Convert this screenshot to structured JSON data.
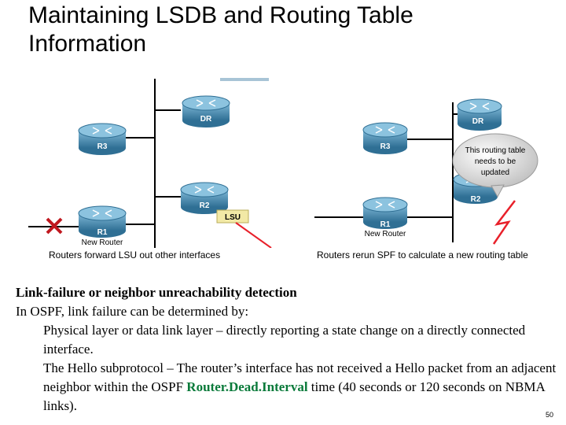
{
  "slide": {
    "title": "Maintaining LSDB and Routing Table Information",
    "page_number": "50"
  },
  "left_diagram": {
    "routers": {
      "dr": "DR",
      "r3": "R3",
      "r2": "R2",
      "r1": "R1"
    },
    "r1_sublabel": "New Router",
    "lsu_label": "LSU",
    "caption": "Routers forward LSU out other interfaces"
  },
  "right_diagram": {
    "routers": {
      "dr": "DR",
      "r3": "R3",
      "r2": "R2",
      "r1": "R1"
    },
    "r1_sublabel": "New Router",
    "bubble_lines": [
      "This routing table",
      "needs to be",
      "updated"
    ],
    "caption": "Routers rerun SPF to calculate a new routing table"
  },
  "body": {
    "heading": "Link-failure or neighbor unreachability detection",
    "intro": "In OSPF, link failure can be determined by:",
    "point1": "Physical layer or data link layer – directly reporting a state change on a directly connected interface.",
    "point2_before": "The Hello subprotocol – The router’s interface has not received a Hello packet from an adjacent neighbor within the OSPF ",
    "point2_timer": "Router.Dead.Interval",
    "point2_after": " time (40 seconds or 120 seconds on NBMA links)."
  },
  "colors": {
    "router_body": "#4a8cb0",
    "failure_x": "#c0181f",
    "lightning": "#e8202a",
    "lsu_fill": "#f2e9a6",
    "timer_text": "#0a7a3a"
  }
}
